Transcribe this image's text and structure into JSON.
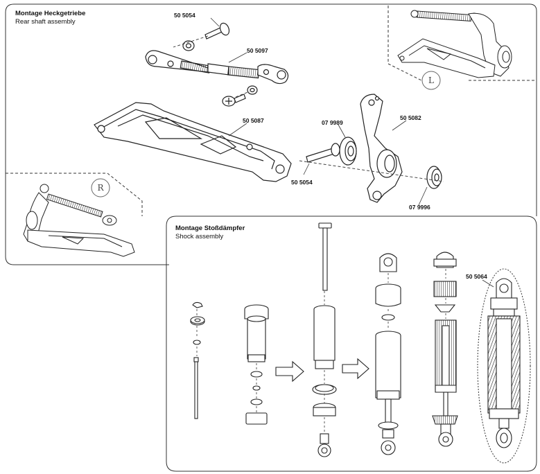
{
  "rear_section": {
    "title_de": "Montage Heckgetriebe",
    "title_en": "Rear shaft assembly",
    "parts": {
      "screw_top": "50 5054",
      "turnbuckle": "50 5097",
      "lower_arm": "50 5087",
      "bearing_left": "07 9989",
      "hub_carrier": "50 5082",
      "screw_pin": "50 5054",
      "bearing_right": "07 9996"
    },
    "side_badges": {
      "left": "L",
      "right": "R"
    }
  },
  "shock_section": {
    "title_de": "Montage Stoßdämpfer",
    "title_en": "Shock assembly",
    "parts": {
      "shock_complete": "50 5064"
    }
  }
}
